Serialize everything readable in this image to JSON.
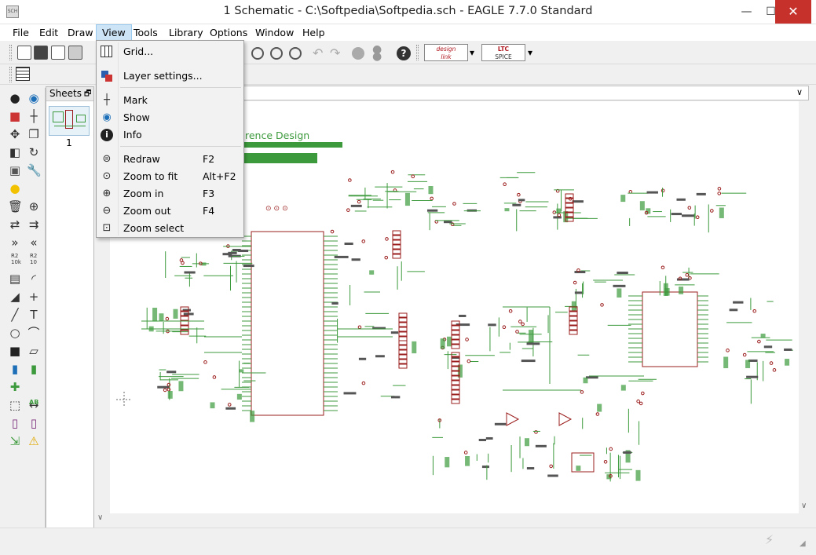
{
  "window": {
    "title": "1 Schematic - C:\\Softpedia\\Softpedia.sch - EAGLE 7.7.0 Standard",
    "app_icon_text": "SCH",
    "min_glyph": "—",
    "max_glyph": "☐",
    "close_glyph": "✕"
  },
  "menubar": {
    "items": [
      "File",
      "Edit",
      "Draw",
      "View",
      "Tools",
      "Library",
      "Options",
      "Window",
      "Help"
    ],
    "active": "View"
  },
  "toolbar": {
    "designlink": {
      "line1": "design",
      "line2": "link"
    },
    "ltspice": {
      "line1": "LTC",
      "line2": "SPICE"
    },
    "help_glyph": "?",
    "dropdown_glyph": "▾"
  },
  "sheets": {
    "title": "Sheets",
    "restore_glyph": "🗗",
    "items": [
      "1"
    ]
  },
  "canvas": {
    "heading_partial": "rence Design"
  },
  "view_menu": {
    "items": [
      {
        "label": "Grid...",
        "shortcut": "",
        "icon": "grid-icon"
      },
      {
        "label": "Layer settings...",
        "shortcut": "",
        "icon": "layers-icon"
      },
      {
        "label": "Mark",
        "shortcut": "",
        "icon": "mark-icon"
      },
      {
        "label": "Show",
        "shortcut": "",
        "icon": "eye-icon"
      },
      {
        "label": "Info",
        "shortcut": "",
        "icon": "info-icon"
      },
      {
        "label": "Redraw",
        "shortcut": "F2",
        "icon": "redraw-icon"
      },
      {
        "label": "Zoom to fit",
        "shortcut": "Alt+F2",
        "icon": "zoom-fit-icon"
      },
      {
        "label": "Zoom in",
        "shortcut": "F3",
        "icon": "zoom-in-icon"
      },
      {
        "label": "Zoom out",
        "shortcut": "F4",
        "icon": "zoom-out-icon"
      },
      {
        "label": "Zoom select",
        "shortcut": "",
        "icon": "zoom-select-icon"
      }
    ]
  },
  "palette": {
    "text_tool": "T",
    "resistor_label_1": "R2",
    "resistor_value_1": "10k",
    "resistor_label_2": "R2",
    "resistor_value_2": "10",
    "label_tool": "AB"
  },
  "colors": {
    "schematic_green": "#3c9a3c",
    "schematic_red": "#9b1c1c",
    "menu_highlight": "#cde4f7",
    "close_red": "#c7312c"
  }
}
